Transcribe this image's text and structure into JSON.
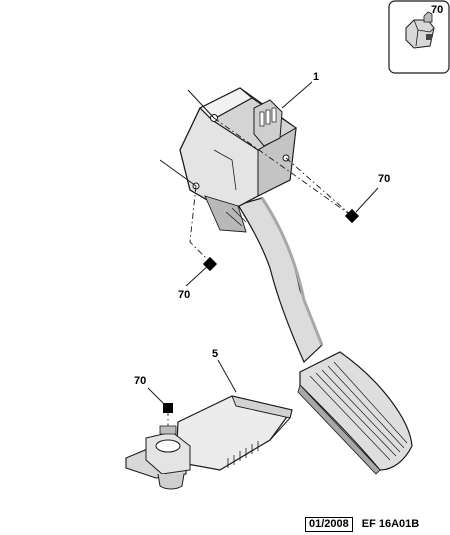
{
  "callouts": {
    "nut_inset": "70",
    "pedal_module": "1",
    "nut_right": "70",
    "nut_left": "70",
    "bracket": "5",
    "nut_bracket": "70"
  },
  "footer": {
    "date": "01/2008",
    "code": "EF 16A01B"
  },
  "colors": {
    "line": "#1a1a1a",
    "part_fill": "#dcdcdc",
    "part_fill_light": "#ececec",
    "part_shadow": "#a8a8a8",
    "marker": "#000000"
  }
}
